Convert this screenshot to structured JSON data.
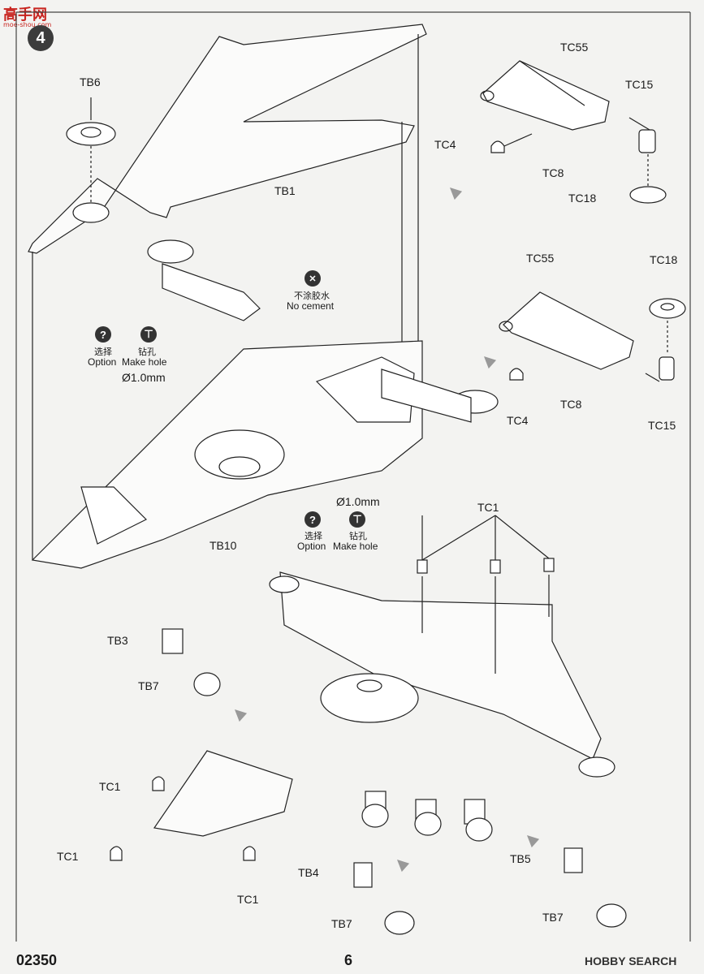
{
  "watermark": {
    "text": "高手网",
    "sub": "moe-shou.com"
  },
  "step": "4",
  "parts": {
    "tb6": "TB6",
    "tb1": "TB1",
    "tb10": "TB10",
    "tb3": "TB3",
    "tb7a": "TB7",
    "tb4": "TB4",
    "tb7b": "TB7",
    "tb5": "TB5",
    "tb7c": "TB7",
    "tc55a": "TC55",
    "tc15a": "TC15",
    "tc4a": "TC4",
    "tc8a": "TC8",
    "tc18a": "TC18",
    "tc55b": "TC55",
    "tc18b": "TC18",
    "tc4b": "TC4",
    "tc8b": "TC8",
    "tc15b": "TC15",
    "tc1top": "TC1",
    "tc1a": "TC1",
    "tc1b": "TC1",
    "tc1c": "TC1"
  },
  "notes": {
    "no_cement_cn": "不涂胶水",
    "no_cement_en": "No cement",
    "option1_cn": "选择",
    "option1_en": "Option",
    "hole1_cn": "钻孔",
    "hole1_en": "Make hole",
    "dia1": "Ø1.0mm",
    "option2_cn": "选择",
    "option2_en": "Option",
    "hole2_cn": "钻孔",
    "hole2_en": "Make hole",
    "dia2": "Ø1.0mm"
  },
  "footer": {
    "code": "02350",
    "page": "6",
    "brand": "HOBBY SEARCH"
  }
}
